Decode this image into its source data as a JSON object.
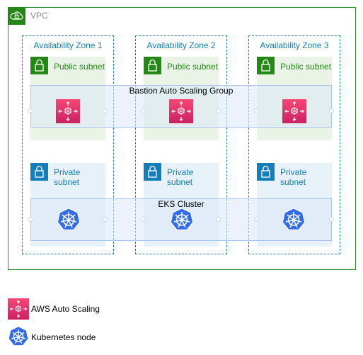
{
  "vpc": {
    "label": "VPC",
    "icon": "vpc-cloud-lock-icon"
  },
  "zones": [
    {
      "label": "Availability Zone 1",
      "public": "Public subnet",
      "private": "Private subnet"
    },
    {
      "label": "Availability Zone 2",
      "public": "Public subnet",
      "private": "Private subnet"
    },
    {
      "label": "Availability Zone 3",
      "public": "Public subnet",
      "private": "Private subnet"
    }
  ],
  "groups": {
    "bastion": "Bastion Auto Scaling Group",
    "eks": "EKS Cluster"
  },
  "legend": {
    "autoscaling": "AWS Auto Scaling",
    "k8s": "Kubernetes node"
  },
  "colors": {
    "vpc": "#248814",
    "zone": "#147eba",
    "public_subnet": "#e9f3e6",
    "private_subnet": "#e6f2f8",
    "autoscaling": "#dd2c6b",
    "kubernetes": "#326ce5"
  }
}
